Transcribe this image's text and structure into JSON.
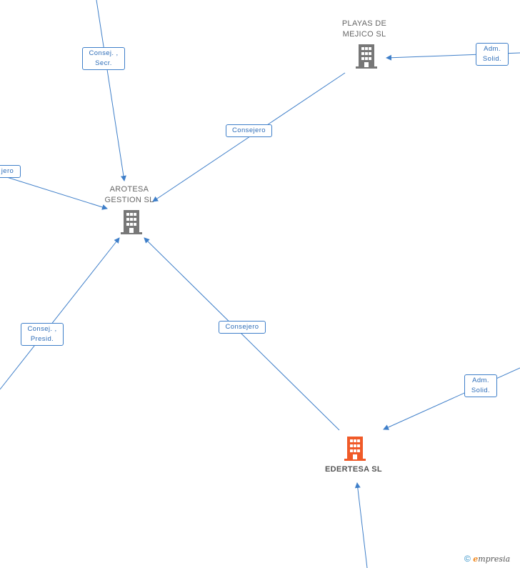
{
  "nodes": {
    "playas": {
      "label": "PLAYAS DE\nMEJICO  SL",
      "icon": "building-icon",
      "color": "#777777"
    },
    "arotesa": {
      "label": "AROTESA\nGESTION SL",
      "icon": "building-icon",
      "color": "#777777"
    },
    "edertesa": {
      "label": "EDERTESA SL",
      "icon": "building-icon",
      "color": "#f05a28"
    }
  },
  "relations": {
    "r1": "Consej. ,\nSecr.",
    "r2": "Adm.\nSolid.",
    "r3": "Consejero",
    "r4": "jero",
    "r5": "Consej. ,\nPresid.",
    "r6": "Consejero",
    "r7": "Adm.\nSolid."
  },
  "colors": {
    "edge": "#3f7fc9",
    "focus": "#f05a28",
    "company": "#777777"
  },
  "copyright": {
    "symbol": "©",
    "brand_initial": "e",
    "brand_rest": "mpresia"
  }
}
